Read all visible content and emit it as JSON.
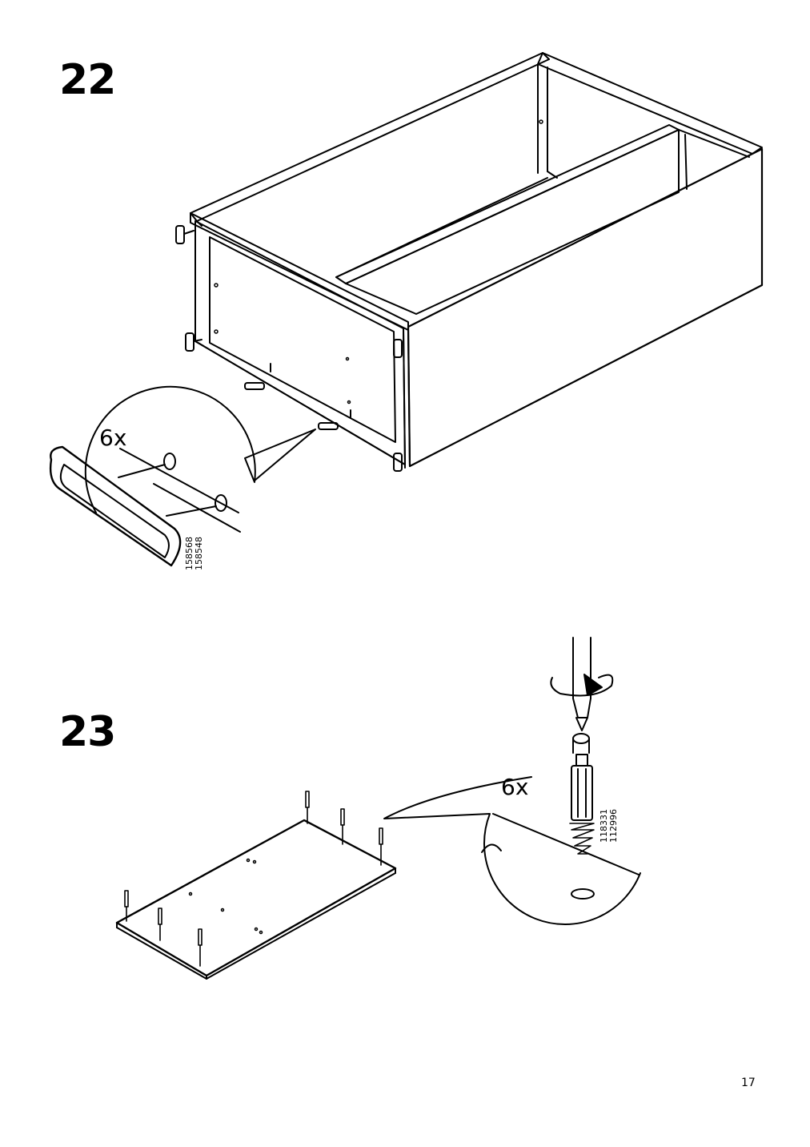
{
  "page": {
    "number": "17"
  },
  "steps": [
    {
      "number": "22",
      "quantity": "6x",
      "part_numbers": [
        "158568",
        "158548"
      ],
      "icon": "drawer-frame-assembly"
    },
    {
      "number": "23",
      "quantity": "6x",
      "part_numbers": [
        "118331",
        "112996"
      ],
      "icon": "panel-dowel-insertion"
    }
  ]
}
